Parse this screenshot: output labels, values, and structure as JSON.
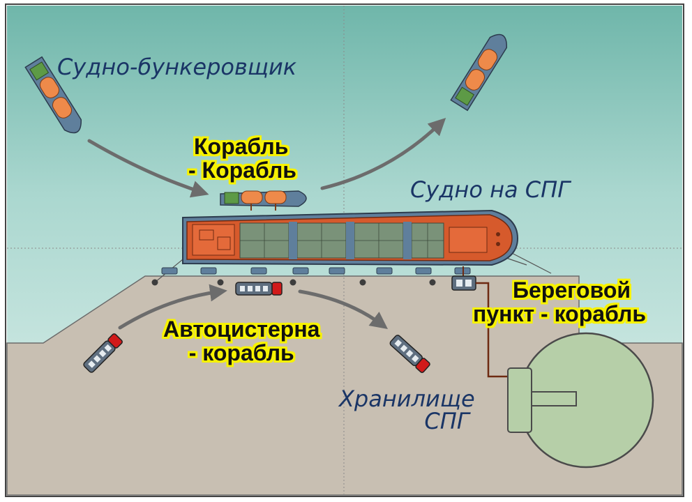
{
  "labels": {
    "bunker_vessel": "Судно-бункеровщик",
    "ship_to_ship_line1": "Корабль",
    "ship_to_ship_line2": "- Корабль",
    "lng_vessel": "Судно на СПГ",
    "truck_to_ship_line1": "Автоцистерна",
    "truck_to_ship_line2": "- корабль",
    "shore_to_ship_line1": "Береговой",
    "shore_to_ship_line2": "пункт - корабль",
    "lng_storage_line1": "Хранилище",
    "lng_storage_line2": "СПГ"
  },
  "colors": {
    "sea": "#9fd1c8",
    "land": "#c8bfb2",
    "hull_orange": "#d65a2c",
    "hull_steel": "#5f7f9c",
    "tank_orange": "#ee8a4a",
    "tank_green": "#5d9a46",
    "storage_green": "#b6cfa8",
    "arrow_gray": "#6c6c6c",
    "truck_red": "#d11a1a",
    "label_blue": "#1a3566",
    "label_yellow": "#f7f200"
  },
  "icons": [
    "bunker-vessel-icon",
    "lng-carrier-icon",
    "tanker-truck-icon",
    "lng-storage-tank-icon",
    "shore-terminal-icon",
    "transfer-arrow-icon"
  ]
}
